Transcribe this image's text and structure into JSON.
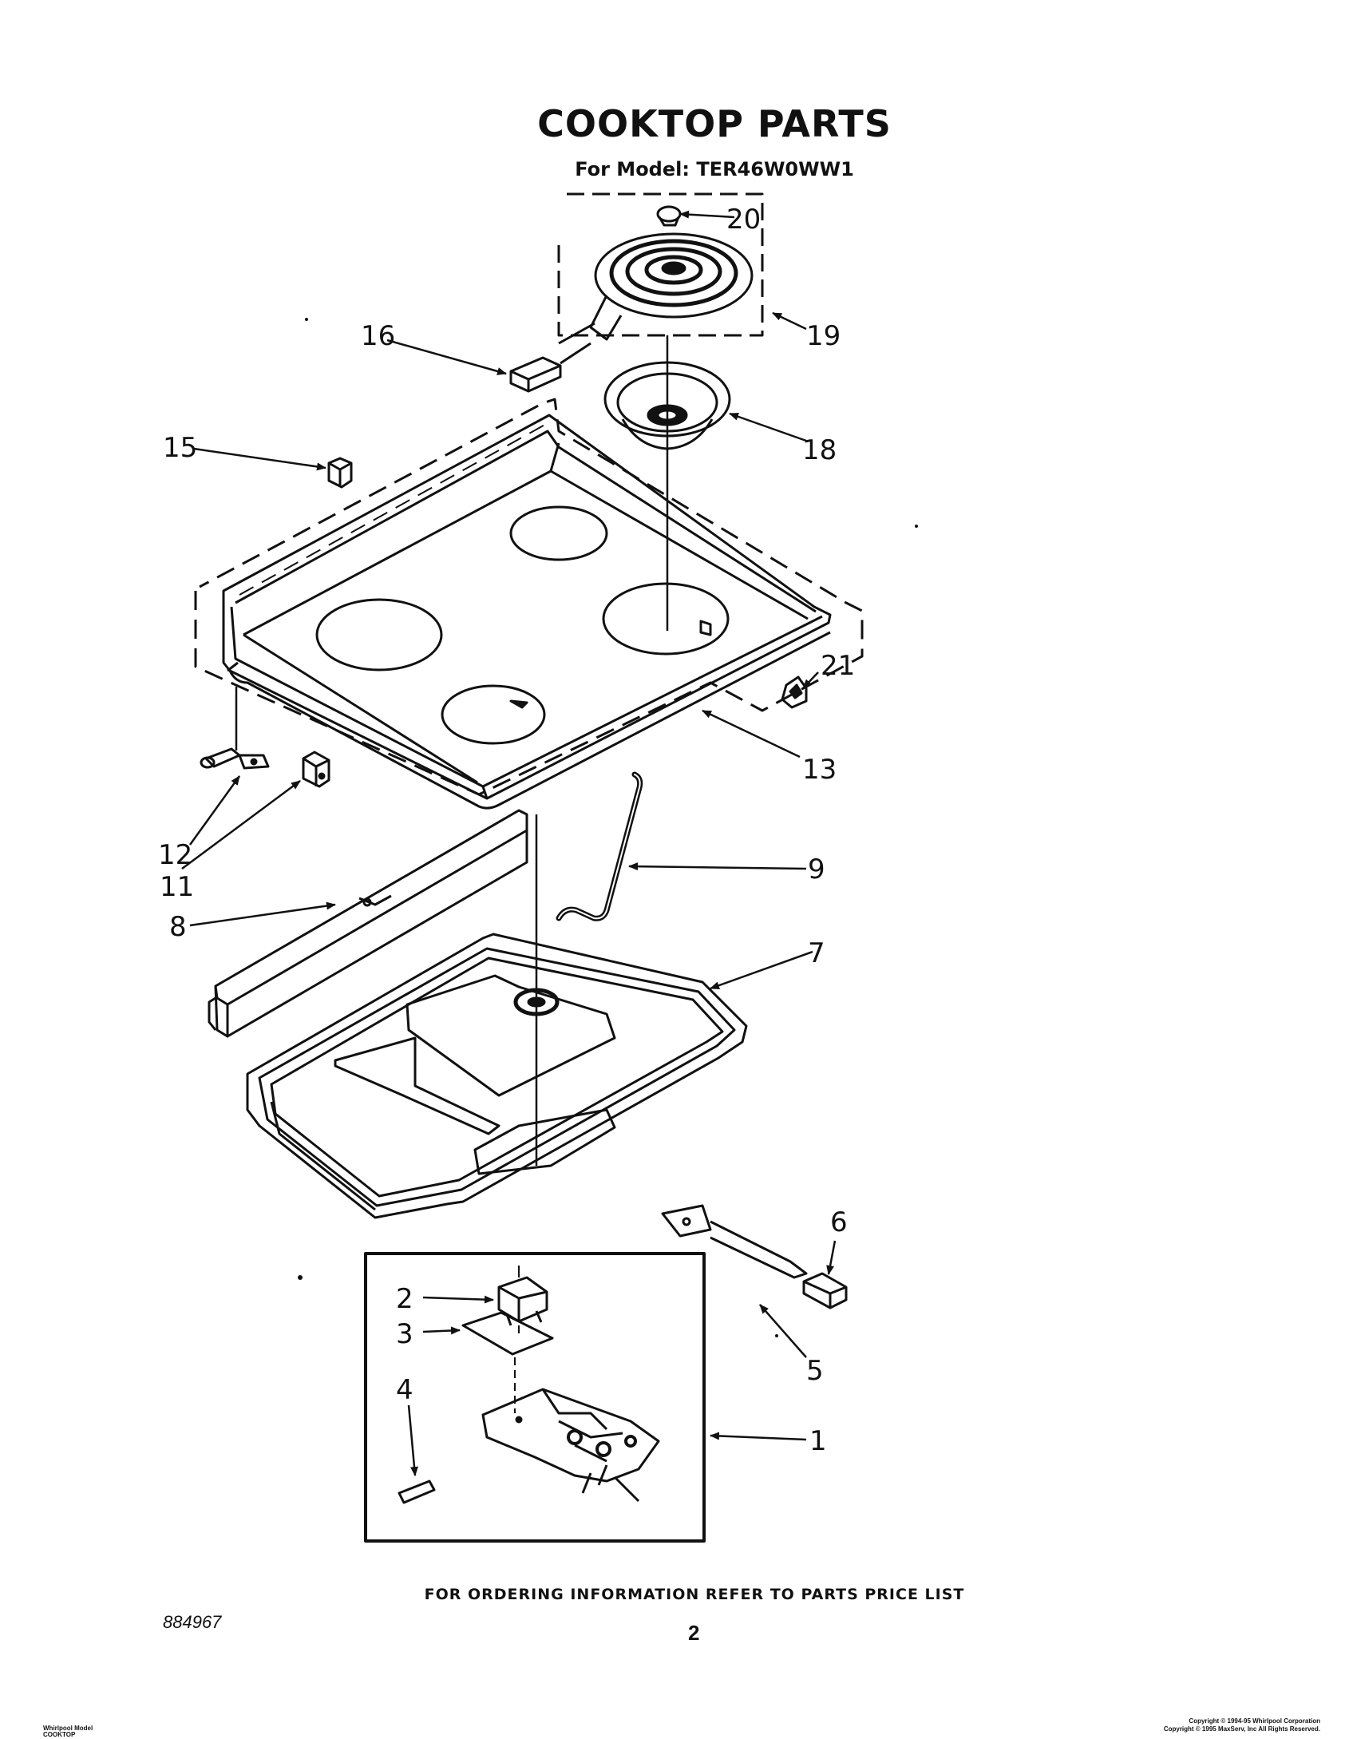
{
  "title": "COOKTOP PARTS",
  "subtitle": "For Model: TER46W0WW1",
  "footer_order": "FOR ORDERING INFORMATION REFER TO PARTS PRICE LIST",
  "doc_number": "884967",
  "page_number": "2",
  "meta_left": [
    "Whirlpool Model",
    "COOKTOP"
  ],
  "meta_right": [
    "Copyright © 1994-95 Whirlpool Corporation",
    "Copyright © 1995 MaxServ, Inc  All Rights Reserved."
  ],
  "callouts": {
    "c1": "1",
    "c2": "2",
    "c3": "3",
    "c4": "4",
    "c5": "5",
    "c6": "6",
    "c7": "7",
    "c8": "8",
    "c9": "9",
    "c11": "11",
    "c12": "12",
    "c13": "13",
    "c15": "15",
    "c16": "16",
    "c18": "18",
    "c19": "19",
    "c20": "20",
    "c21": "21"
  }
}
